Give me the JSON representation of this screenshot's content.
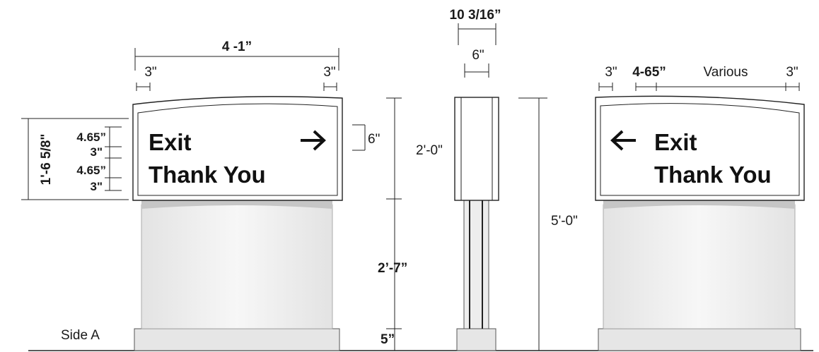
{
  "front_view": {
    "overall_width": "4 -1”",
    "left_margin": "3\"",
    "right_margin": "3\"",
    "overall_height": "1'-6 5/8\"",
    "stack": [
      "4.65”",
      "3\"",
      "4.65”",
      "3\""
    ],
    "sign_line1": "Exit",
    "sign_line2": "Thank You",
    "arrow": "right-arrow-icon",
    "letter_height": "6\"",
    "side_label": "Side A"
  },
  "vertical_dims": {
    "panel_height": "2'-0\"",
    "post_height": "2’-7”",
    "base_height": "5”",
    "total_height": "5'-0\""
  },
  "side_view": {
    "overall_depth": "10 3/16”",
    "post_depth": "6\""
  },
  "back_view": {
    "left_margin": "3\"",
    "arrow_width": "4-65”",
    "text_width": "Various",
    "right_margin": "3\"",
    "sign_line1": "Exit",
    "sign_line2": "Thank You",
    "arrow": "left-arrow-icon"
  },
  "colors": {
    "post_top": "#c8c8c8",
    "post_body": "#ededed",
    "base": "#e6e6e6",
    "line": "#222222"
  }
}
